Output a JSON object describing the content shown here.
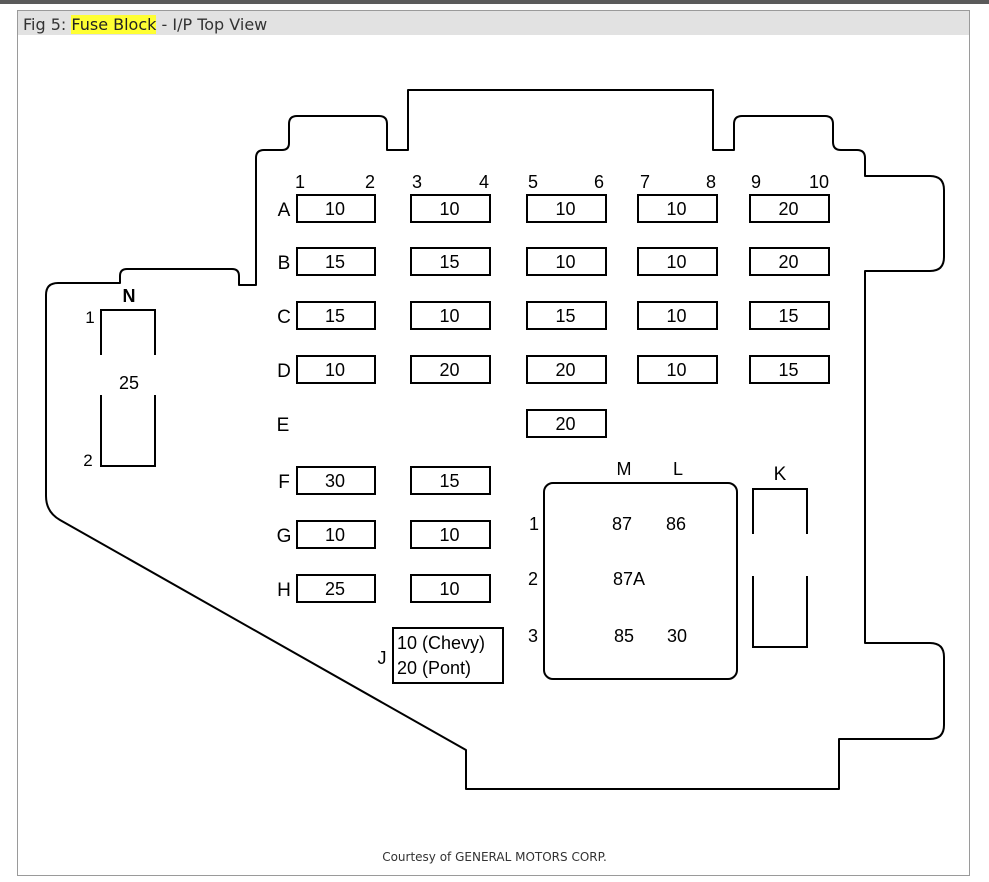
{
  "header": {
    "prefix": "Fig 5: ",
    "highlight": "Fuse Block",
    "suffix": " - I/P Top View"
  },
  "footer": {
    "courtesy": "Courtesy of GENERAL MOTORS CORP."
  },
  "diagram": {
    "column_numbers": [
      "1",
      "2",
      "3",
      "4",
      "5",
      "6",
      "7",
      "8",
      "9",
      "10"
    ],
    "rows": [
      {
        "label": "A",
        "fuses": [
          "10",
          "10",
          "10",
          "10",
          "20"
        ]
      },
      {
        "label": "B",
        "fuses": [
          "15",
          "15",
          "10",
          "10",
          "20"
        ]
      },
      {
        "label": "C",
        "fuses": [
          "15",
          "10",
          "15",
          "10",
          "15"
        ]
      },
      {
        "label": "D",
        "fuses": [
          "10",
          "20",
          "20",
          "10",
          "15"
        ]
      },
      {
        "label": "E",
        "fuses": [
          "",
          "",
          "20",
          "",
          ""
        ]
      },
      {
        "label": "F",
        "fuses": [
          "30",
          "15",
          "",
          "",
          ""
        ]
      },
      {
        "label": "G",
        "fuses": [
          "10",
          "10",
          "",
          "",
          ""
        ]
      },
      {
        "label": "H",
        "fuses": [
          "25",
          "10",
          "",
          "",
          ""
        ]
      }
    ],
    "fuse_j": {
      "label": "J",
      "line1": "10 (Chevy)",
      "line2": "20 (Pont)"
    },
    "fuse_n": {
      "label": "N",
      "value": "25",
      "pin_top": "1",
      "pin_bottom": "2"
    },
    "relay": {
      "col_m": "M",
      "col_l": "L",
      "row_1": "1",
      "row_2": "2",
      "row_3": "3",
      "terminals": [
        "87",
        "86",
        "87A",
        "85",
        "30"
      ]
    },
    "relay_k": {
      "label": "K"
    }
  }
}
